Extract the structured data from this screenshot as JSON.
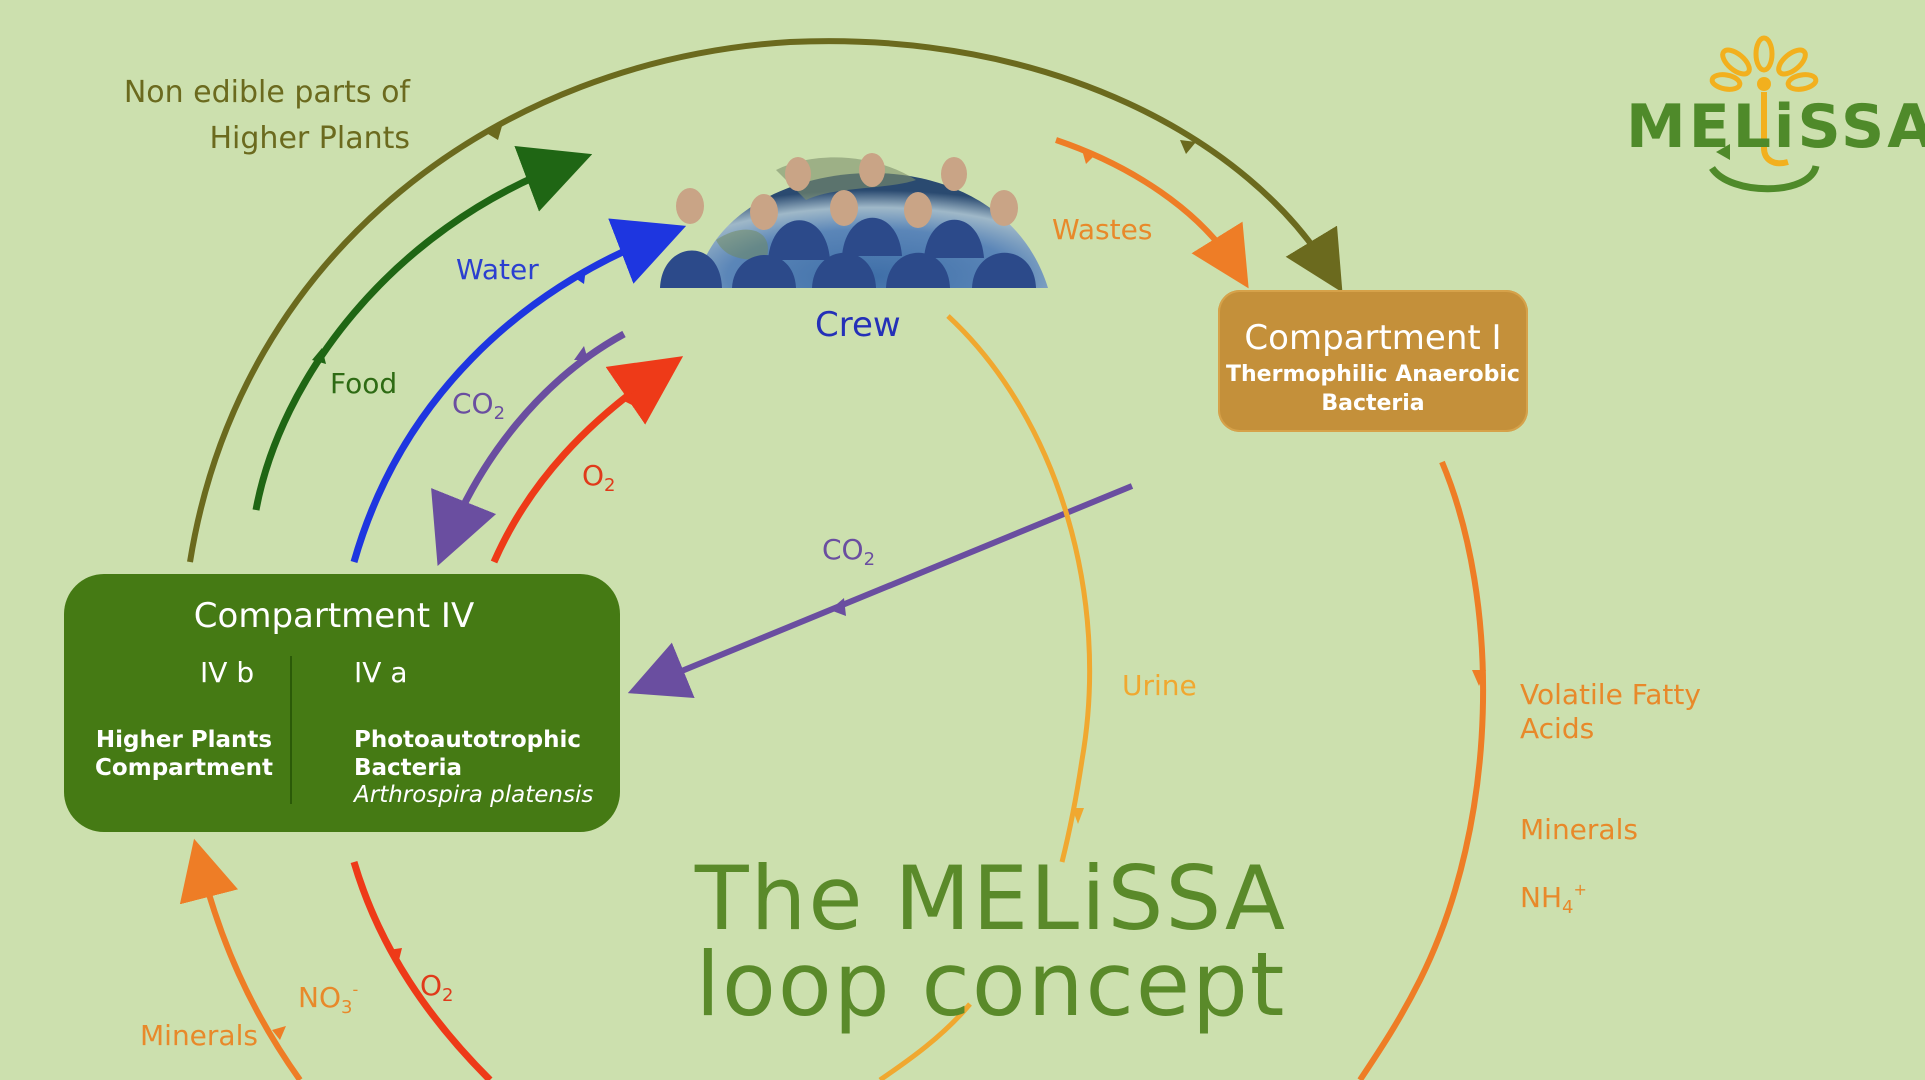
{
  "labels": {
    "non_edible": "Non edible parts of Higher Plants",
    "water": "Water",
    "food": "Food",
    "co2_left": "CO",
    "co2_left_sub": "2",
    "o2_upper": "O",
    "o2_upper_sub": "2",
    "wastes": "Wastes",
    "crew": "Crew",
    "co2_mid": "CO",
    "co2_mid_sub": "2",
    "urine": "Urine",
    "vfa": "Volatile Fatty Acids",
    "minerals_right": "Minerals",
    "nh4": "NH",
    "nh4_sub": "4",
    "nh4_sup": "+",
    "minerals_left": "Minerals",
    "no3": "NO",
    "no3_sub": "3",
    "no3_sup": "-",
    "o2_lower": "O",
    "o2_lower_sub": "2"
  },
  "compartment_1": {
    "title": "Compartment I",
    "subtitle_line1": "Thermophilic Anaerobic",
    "subtitle_line2": "Bacteria"
  },
  "compartment_4": {
    "title": "Compartment IV",
    "ivb": "IV b",
    "iva": "IV a",
    "higher_plants_line1": "Higher Plants",
    "higher_plants_line2": "Compartment",
    "photo_line1": "Photoautotrophic",
    "photo_line2": "Bacteria",
    "species": "Arthrospira platensis"
  },
  "title": {
    "line1": "The MELiSSA",
    "line2": "loop concept"
  },
  "logo": {
    "text": "MELiSSA"
  },
  "colors": {
    "background": "#cce0ae",
    "olive": "#6b6a1e",
    "green": "#2e6b14",
    "blue": "#2b3fd0",
    "purple": "#6a4ea0",
    "red": "#e03a1a",
    "orange": "#e8892a",
    "amber": "#f0a830",
    "compartment_1": "#c4903a",
    "compartment_4": "#457a14"
  }
}
